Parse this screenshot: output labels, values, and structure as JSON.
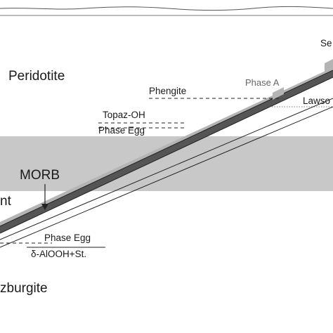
{
  "diagram": {
    "labels": {
      "sea": "Se",
      "peridotite": "Peridotite",
      "phase_a": "Phase A",
      "phengite": "Phengite",
      "lawsonite": "Lawso",
      "topaz_oh": "Topaz-OH",
      "phase_egg_upper": "Phase Egg",
      "morb": "MORB",
      "mantle_fragment": "nt",
      "phase_egg_lower": "Phase Egg",
      "delta_alooh": "δ-AlOOH+St.",
      "harzburgite_fragment": "zburgite"
    },
    "colors": {
      "transition_zone_band": "#c8c8c8",
      "slab_crust_dark": "#555555",
      "slab_crust_light": "#b4b4b4",
      "line": "#222222"
    }
  }
}
